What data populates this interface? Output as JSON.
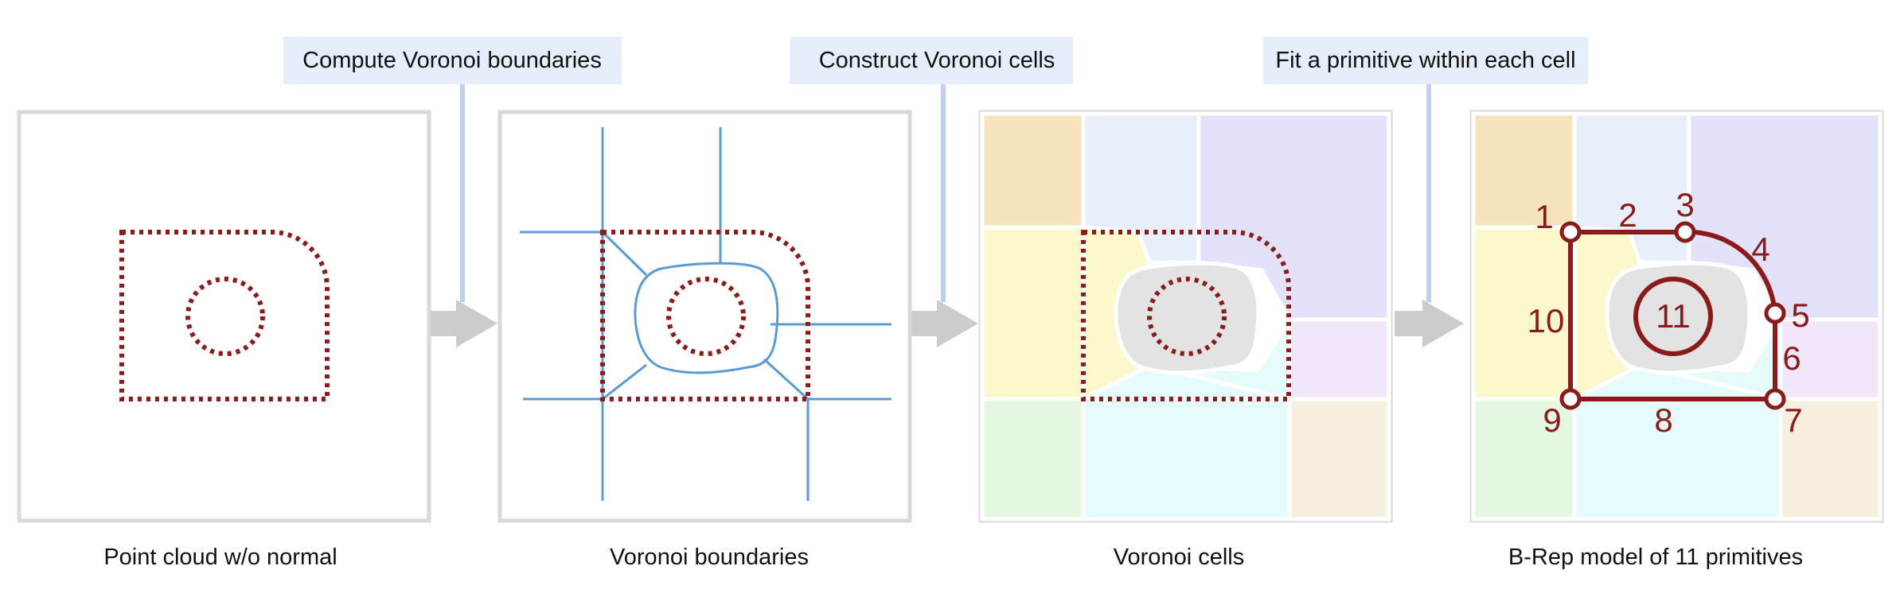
{
  "steps": [
    "Compute Voronoi boundaries",
    "Construct Voronoi cells",
    "Fit a primitive within each cell"
  ],
  "panels": [
    "Point cloud w/o normal",
    "Voronoi boundaries",
    "Voronoi cells",
    "B-Rep model of 11 primitives"
  ],
  "primitive_numbers": [
    "1",
    "2",
    "3",
    "4",
    "5",
    "6",
    "7",
    "8",
    "9",
    "10",
    "11"
  ],
  "colors": {
    "curve": "#8b1a1a",
    "boundary": "#5b9bd5",
    "step_box": "#e6eefb",
    "connector": "#bfd0ee",
    "frame": "#d9d9d9",
    "arrow": "#cccccc"
  }
}
